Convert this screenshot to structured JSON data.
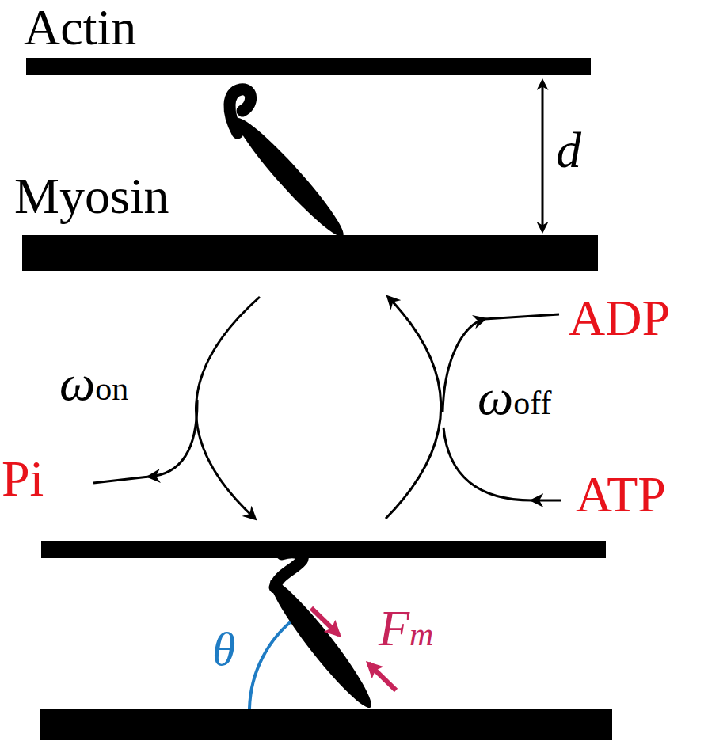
{
  "diagram": {
    "labels": [
      "Actin",
      "Myosin",
      "d",
      "ωon",
      "ωoff",
      "Pi",
      "ADP",
      "ATP",
      "θ",
      "Fm"
    ]
  }
}
